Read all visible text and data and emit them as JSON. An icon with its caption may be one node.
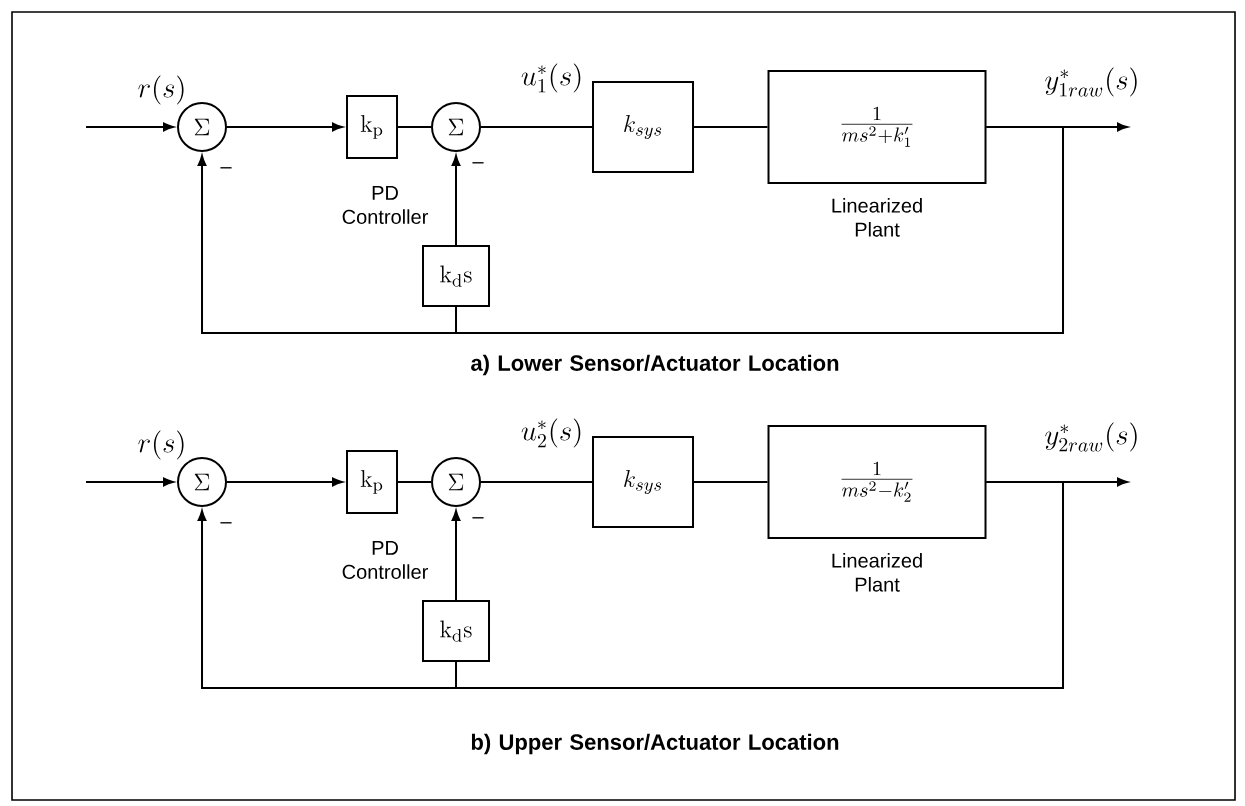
{
  "diagram": {
    "nodes": [
      {
        "text": [
          "\\Sigma"
        ]
      },
      {
        "text": [
          "\\mathrm{k}_{\\mathrm{p}}"
        ]
      },
      {
        "text": [
          "\\Sigma"
        ]
      },
      {
        "text": [
          "\\mathrm{k}_{\\mathrm{d}}\\mathrm{s}"
        ]
      },
      {
        "text": [
          "k_{sys}"
        ]
      },
      {
        "text": [
          "\\frac{1}{ms^{2} + k'_{1}}"
        ],
        "beside": [
          "Linearized Plant"
        ]
      },
      {
        "text": [
          "\\Sigma"
        ]
      },
      {
        "text": [
          "\\mathrm{k}_{\\mathrm{p}}"
        ]
      },
      {
        "text": [
          "\\Sigma"
        ]
      },
      {
        "text": [
          "\\mathrm{k}_{\\mathrm{d}}\\mathrm{s}"
        ]
      },
      {
        "text": [
          "k_{sys}"
        ]
      },
      {
        "text": [
          "\\frac{1}{ms^{2} - k'_{2}}"
        ],
        "beside": [
          "Linearized Plant"
        ]
      }
    ],
    "edges": [
      {
        "from": null,
        "to": 0,
        "arrow": "to",
        "label": "r(s)"
      },
      {
        "from": 0,
        "to": 1,
        "arrow": "to"
      },
      {
        "from": 1,
        "to": 2,
        "arrow": "none"
      },
      {
        "from": 3,
        "to": 2,
        "arrow": "to"
      },
      {
        "from": 2,
        "to": 4,
        "arrow": "none",
        "label": "u^{*}_{1}(s)"
      },
      {
        "from": 4,
        "to": 5,
        "arrow": "none"
      },
      {
        "from": 5,
        "to": null,
        "arrow": "to",
        "label": "y^{*}_{1raw}(s)"
      },
      {
        "from": 5,
        "to": 0,
        "arrow": "to"
      },
      {
        "from": 5,
        "to": 3,
        "arrow": "none"
      },
      {
        "from": null,
        "to": 6,
        "arrow": "to",
        "label": "r(s)"
      },
      {
        "from": 6,
        "to": 7,
        "arrow": "to"
      },
      {
        "from": 7,
        "to": 8,
        "arrow": "none"
      },
      {
        "from": 9,
        "to": 8,
        "arrow": "to"
      },
      {
        "from": 8,
        "to": 10,
        "arrow": "none",
        "label": "u^{*}_{2}(s)"
      },
      {
        "from": 10,
        "to": 11,
        "arrow": "none"
      },
      {
        "from": 11,
        "to": null,
        "arrow": "to",
        "label": "y^{*}_{2raw}(s)"
      },
      {
        "from": 11,
        "to": 6,
        "arrow": "to"
      },
      {
        "from": 11,
        "to": 9,
        "arrow": "none"
      }
    ],
    "labels": [
      "–",
      "–",
      "PD Controller",
      "a)  Lower Sensor/Actuator Location",
      "–",
      "–",
      "PD Controller",
      "b)  Upper Sensor/Actuator Location"
    ]
  }
}
